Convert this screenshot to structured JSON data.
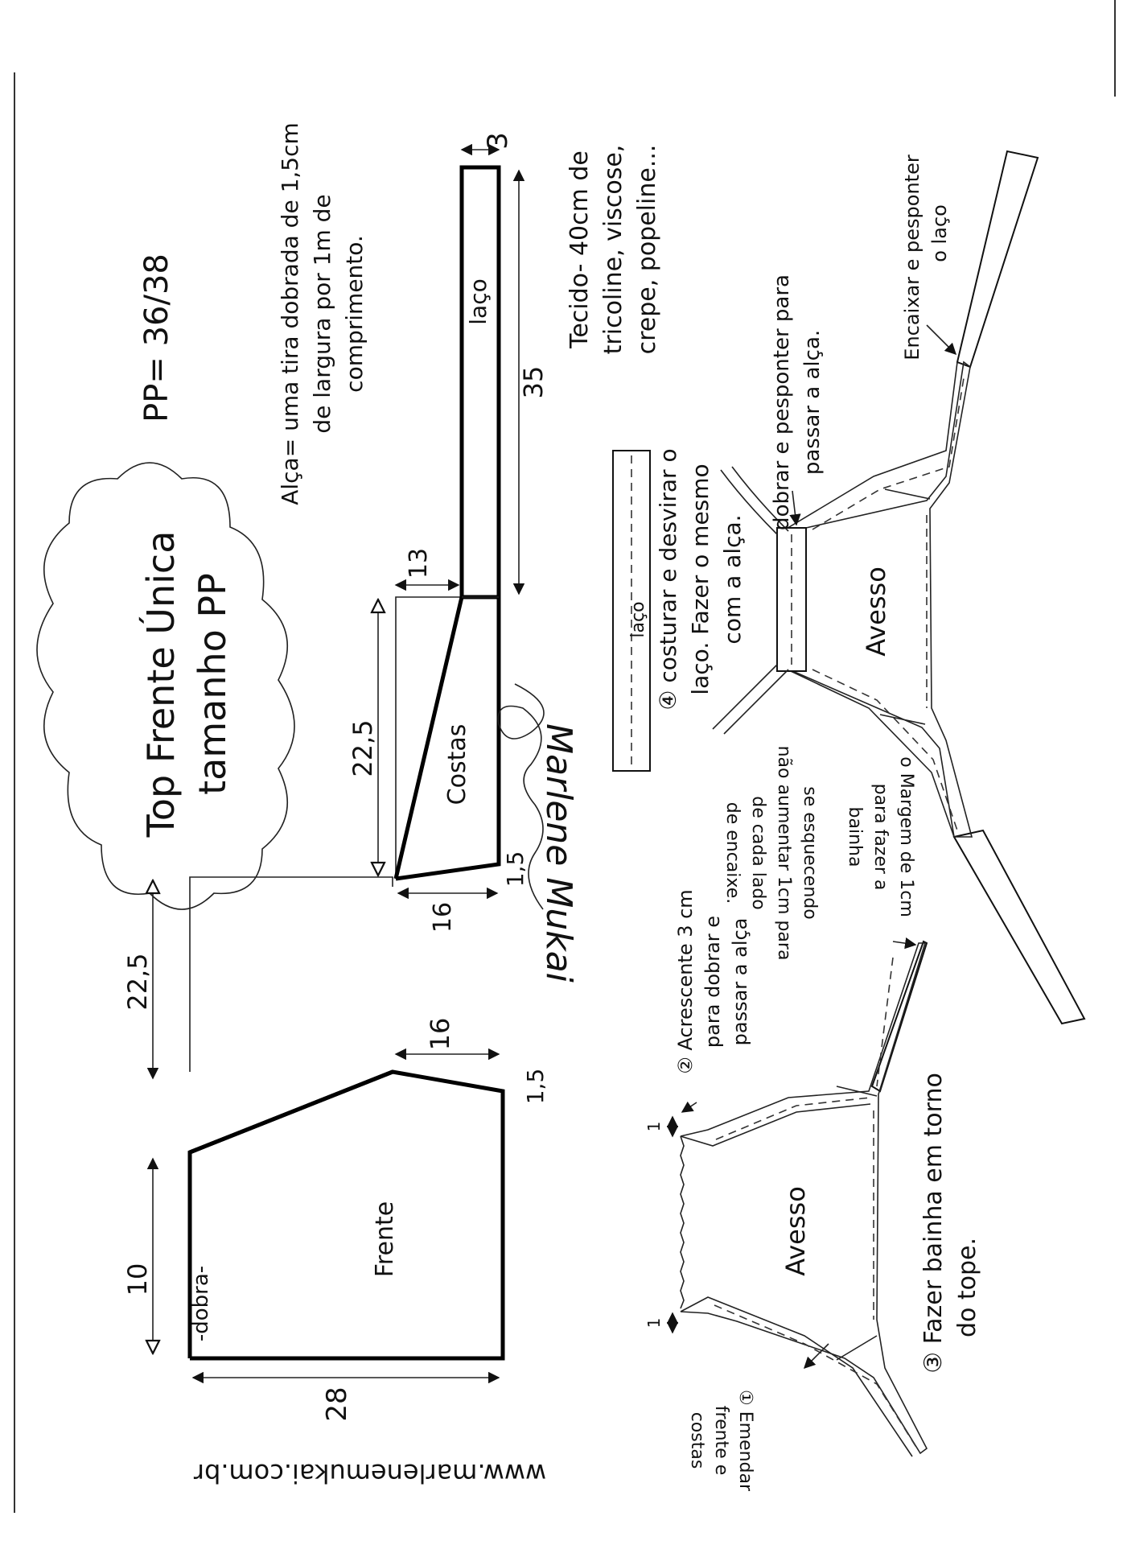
{
  "title": {
    "line1": "Top Frente Única",
    "line2": "tamanho PP"
  },
  "size": "PP= 36/38",
  "alca": {
    "line1": "Alça= uma tira dobrada de 1,5cm",
    "line2": "de largura por 1m de",
    "line3": "comprimento."
  },
  "tecido": {
    "line1": "Tecido- 40cm de",
    "line2": "tricoline, viscose,",
    "line3": "crepe, popeline..."
  },
  "costas": {
    "label": "Costas",
    "dim_width": "22,5",
    "dim_13": "13",
    "dim_16": "16",
    "dim_15": "1,5"
  },
  "laco": {
    "label": "laço",
    "dim_3": "3",
    "dim_35": "35"
  },
  "frente": {
    "label": "Frente",
    "fold": "-dobra-",
    "dim_225": "22,5",
    "dim_10": "10",
    "dim_16": "16",
    "dim_15": "1,5",
    "dim_28": "28"
  },
  "step4": {
    "line1": "④ costurar e desvirar o",
    "line2": "laço. Fazer o mesmo",
    "line3": "com a alça.",
    "strip_label": "laço"
  },
  "assembled_top": {
    "label": "Avesso",
    "note_dobrar_1": "dobrar e pesponter para",
    "note_dobrar_2": "passar a alça.",
    "note_encaixar_1": "Encaixar e pesponter",
    "note_encaixar_2": "o laço"
  },
  "assembled_bottom": {
    "label": "Avesso",
    "dim_1a": "1",
    "dim_1b": "1",
    "step2_1": "② Acrescente 3 cm",
    "step2_2": "para dobrar e",
    "step2_3": "passar a alça",
    "step2_4": "se esquecendo",
    "step2_5": "não aumentar 1cm para",
    "step2_6": "de cada lado",
    "step2_7": "de encaixe.",
    "step_mais_1": "o Margem de 1cm",
    "step_mais_2": "para fazer a",
    "step_mais_3": "bainha",
    "step1_1": "① Emendar",
    "step1_2": "frente e",
    "step1_3": "costas",
    "step3_1": "③ Fazer bainha em torno",
    "step3_2": "do tope."
  },
  "signature": "Marlene Mukai",
  "website": "www.marlenemukai.com.br"
}
